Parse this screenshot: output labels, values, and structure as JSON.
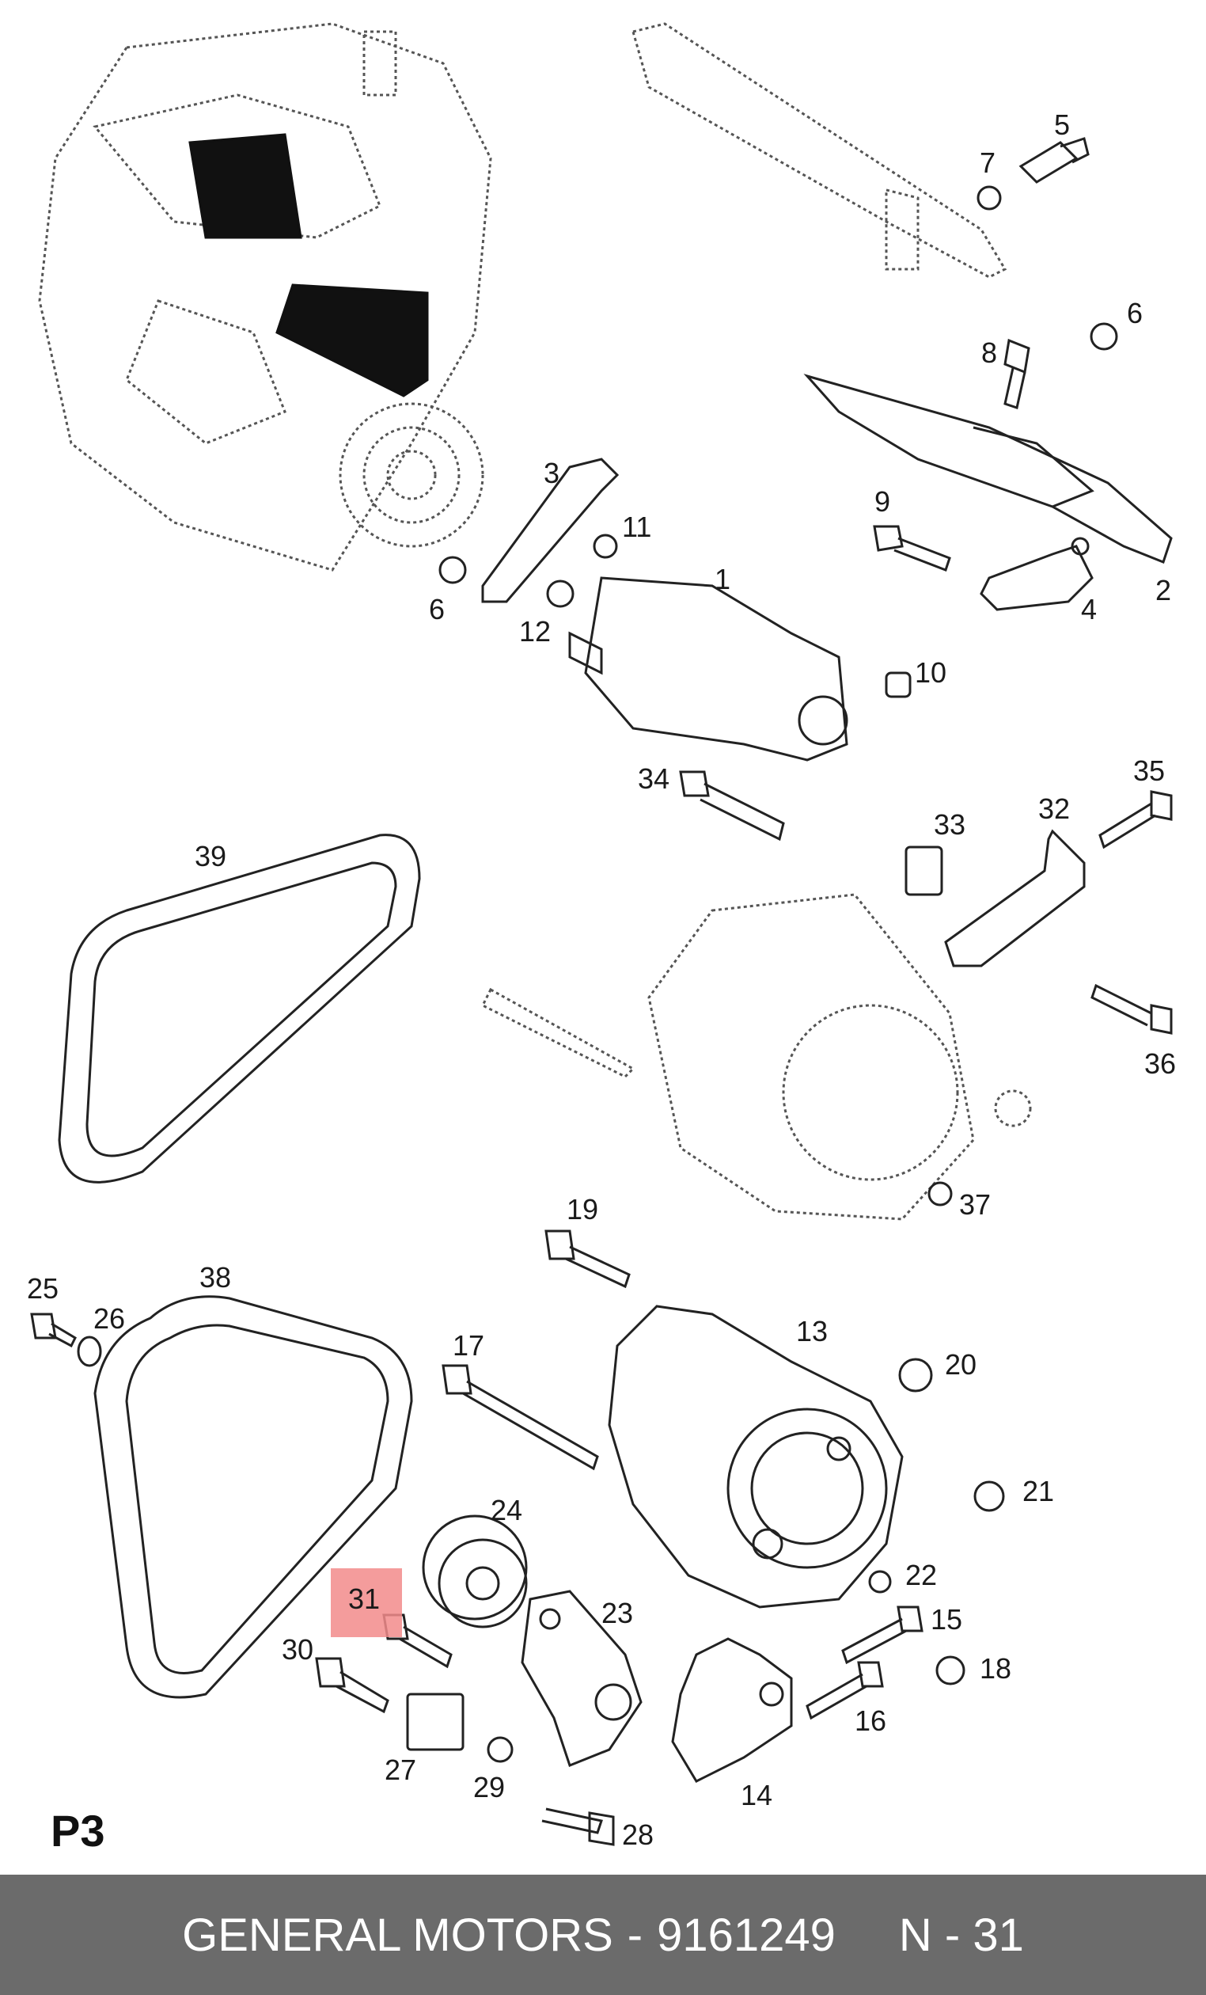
{
  "diagram": {
    "page_code": "P3",
    "highlighted_part": "31",
    "part_numbers": [
      "1",
      "2",
      "3",
      "4",
      "5",
      "6",
      "6",
      "7",
      "8",
      "9",
      "10",
      "11",
      "12",
      "13",
      "14",
      "15",
      "16",
      "17",
      "18",
      "19",
      "20",
      "21",
      "22",
      "23",
      "24",
      "25",
      "26",
      "27",
      "28",
      "29",
      "30",
      "31",
      "32",
      "33",
      "34",
      "35",
      "36",
      "37",
      "38",
      "39"
    ]
  },
  "footer": {
    "brand": "GENERAL MOTORS",
    "separator": "-",
    "part_number": "9161249",
    "position_label": "N - 31"
  },
  "colors": {
    "footer_bg": "#6b6b6b",
    "highlight": "#f28b8b",
    "line": "#222222"
  }
}
